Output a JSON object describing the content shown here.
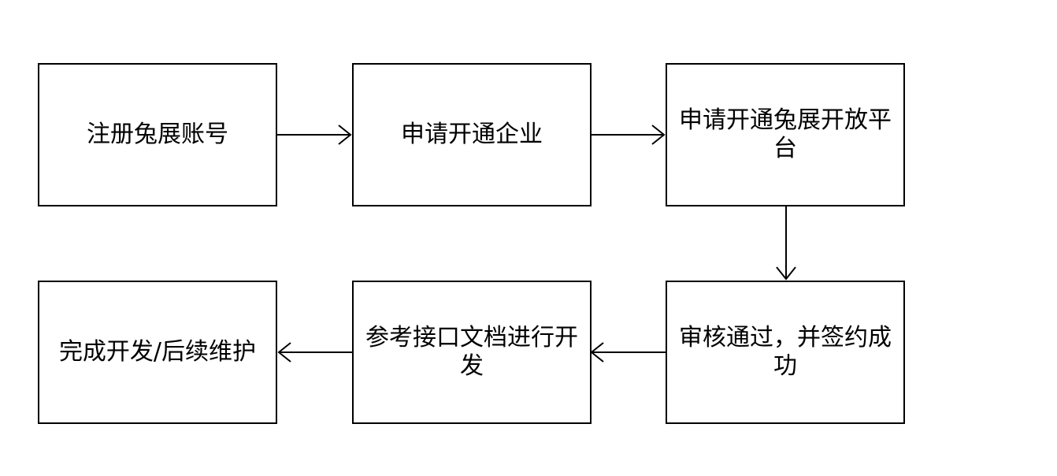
{
  "steps": [
    {
      "label": "注册兔展账号"
    },
    {
      "label": "申请开通企业"
    },
    {
      "label": "申请开通兔展开放平台"
    },
    {
      "label": "审核通过，并签约成功"
    },
    {
      "label": "参考接口文档进行开发"
    },
    {
      "label": "完成开发/后续维护"
    }
  ],
  "colors": {
    "line": "#000000",
    "background": "#ffffff"
  }
}
